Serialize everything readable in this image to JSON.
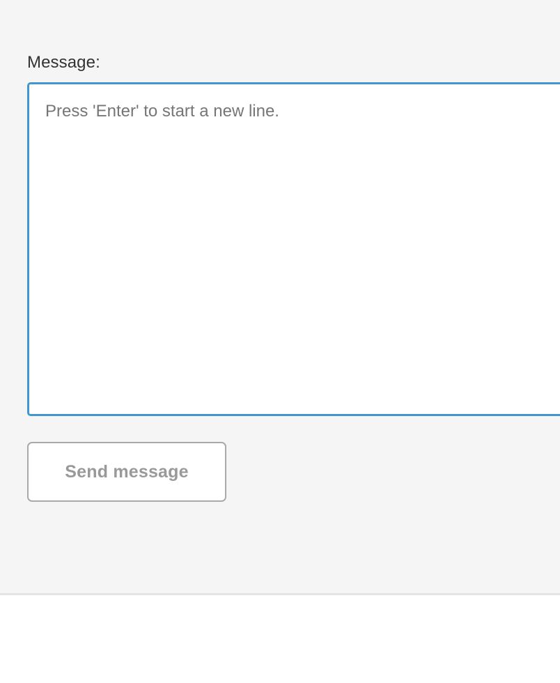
{
  "panel": {
    "background_color": "#f5f5f5",
    "divider_color": "#e4e4e4"
  },
  "form": {
    "label": "Message:",
    "message_field": {
      "value": "",
      "placeholder": "Press 'Enter' to start a new line.",
      "border_color": "#4098ce",
      "background_color": "#ffffff",
      "text_color": "#333333",
      "placeholder_color": "#767676",
      "focused": true
    },
    "send_button": {
      "label": "Send message",
      "text_color": "#999999",
      "border_color": "#a9a9a9",
      "background_color": "#ffffff"
    }
  }
}
